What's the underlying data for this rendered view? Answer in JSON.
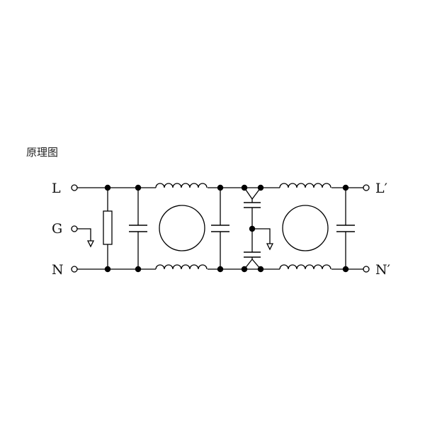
{
  "caption": "原理图",
  "terminals": {
    "line_in": "L",
    "ground": "G",
    "neutral_in": "N",
    "line_out": "L′",
    "neutral_out": "N′"
  }
}
